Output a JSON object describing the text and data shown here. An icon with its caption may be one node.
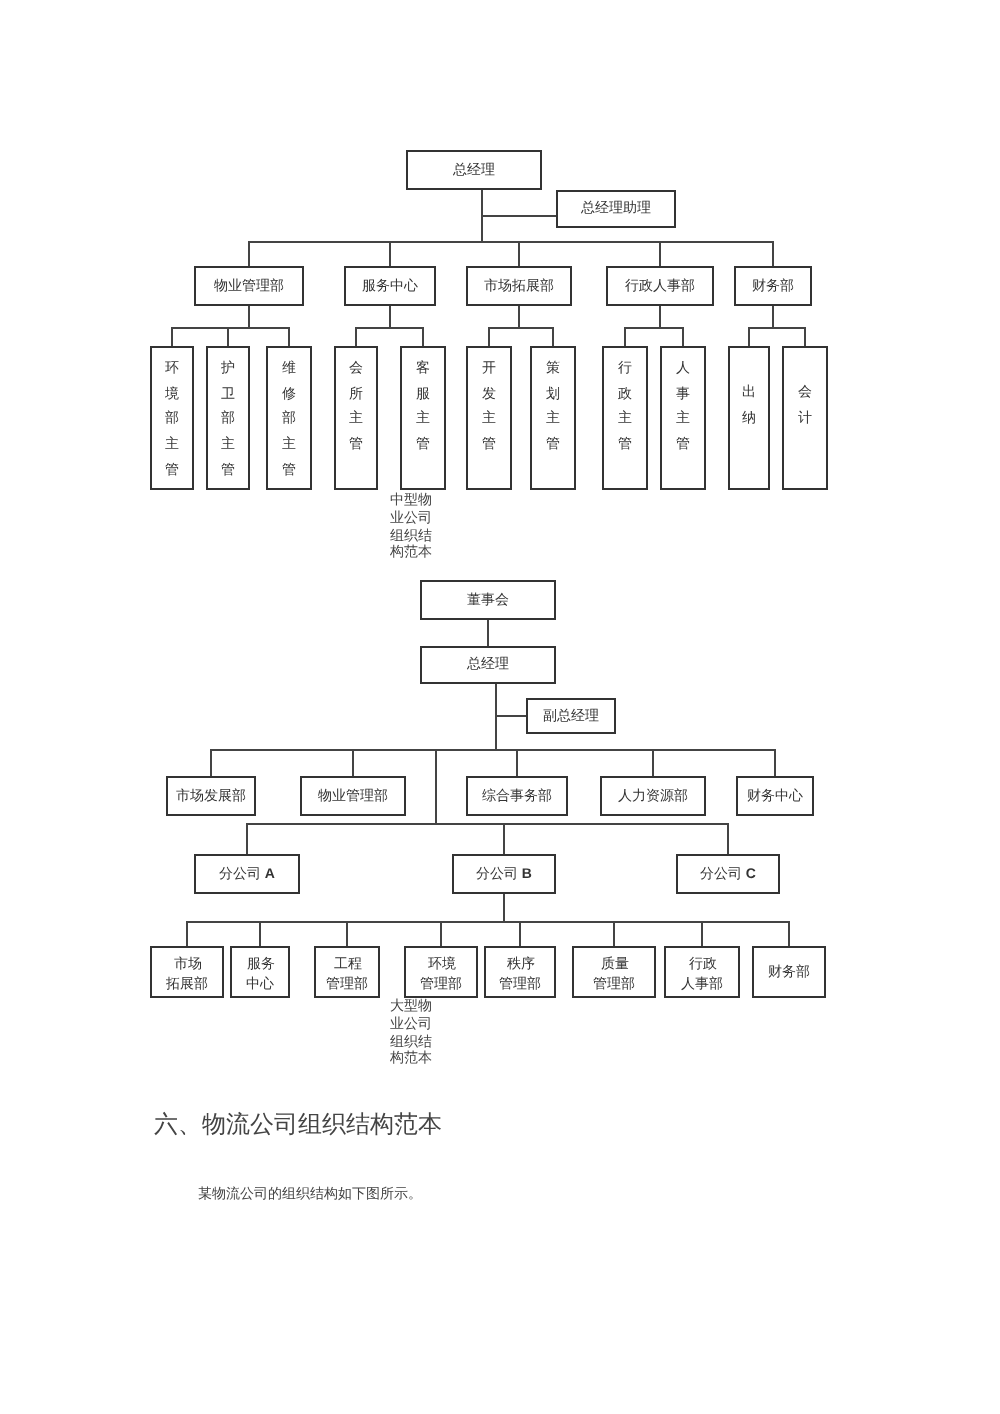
{
  "diagram": {
    "nodes": [
      {
        "text": [
          "总经理"
        ]
      },
      {
        "text": [
          "总经理助理"
        ]
      },
      {
        "text": [
          "物业管理部"
        ]
      },
      {
        "text": [
          "服务中心"
        ]
      },
      {
        "text": [
          "市场拓展部"
        ]
      },
      {
        "text": [
          "行政人事部"
        ]
      },
      {
        "text": [
          "财务部"
        ]
      },
      {
        "text": [
          "环境部主管"
        ]
      },
      {
        "text": [
          "护卫部主管"
        ]
      },
      {
        "text": [
          "维修部主管"
        ]
      },
      {
        "text": [
          "会所主管"
        ]
      },
      {
        "text": [
          "客服主管"
        ]
      },
      {
        "text": [
          "开发主管"
        ]
      },
      {
        "text": [
          "策划主管"
        ]
      },
      {
        "text": [
          "行政主管"
        ]
      },
      {
        "text": [
          "人事主管"
        ]
      },
      {
        "text": [
          "出纳"
        ]
      },
      {
        "text": [
          "会计"
        ]
      },
      {
        "text": [
          "董事会"
        ]
      },
      {
        "text": [
          "总经理"
        ]
      },
      {
        "text": [
          "副总经理"
        ]
      },
      {
        "text": [
          "市场发展部"
        ]
      },
      {
        "text": [
          "物业管理部"
        ]
      },
      {
        "text": [
          "综合事务部"
        ]
      },
      {
        "text": [
          "人力资源部"
        ]
      },
      {
        "text": [
          "财务中心"
        ]
      },
      {
        "text": [
          "分公司 **A**"
        ]
      },
      {
        "text": [
          "分公司 **B**"
        ]
      },
      {
        "text": [
          "分公司 **C**"
        ]
      },
      {
        "text": [
          "市场拓展部"
        ]
      },
      {
        "text": [
          "服务中心"
        ]
      },
      {
        "text": [
          "工程管理部"
        ]
      },
      {
        "text": [
          "环境管理部"
        ]
      },
      {
        "text": [
          "秩序管理部"
        ]
      },
      {
        "text": [
          "质量管理部"
        ]
      },
      {
        "text": [
          "行政人事部"
        ]
      },
      {
        "text": [
          "财务部"
        ]
      }
    ],
    "edges": [
      {
        "from": 0,
        "to": 1,
        "arrow": "none"
      },
      {
        "from": 0,
        "to": 2,
        "arrow": "none"
      },
      {
        "from": 0,
        "to": 3,
        "arrow": "none"
      },
      {
        "from": 0,
        "to": 4,
        "arrow": "none"
      },
      {
        "from": 0,
        "to": 5,
        "arrow": "none"
      },
      {
        "from": 0,
        "to": 6,
        "arrow": "none"
      },
      {
        "from": 2,
        "to": 7,
        "arrow": "none"
      },
      {
        "from": 2,
        "to": 8,
        "arrow": "none"
      },
      {
        "from": 2,
        "to": 9,
        "arrow": "none"
      },
      {
        "from": 3,
        "to": 10,
        "arrow": "none"
      },
      {
        "from": 3,
        "to": 11,
        "arrow": "none"
      },
      {
        "from": 4,
        "to": 12,
        "arrow": "none"
      },
      {
        "from": 4,
        "to": 13,
        "arrow": "none"
      },
      {
        "from": 5,
        "to": 14,
        "arrow": "none"
      },
      {
        "from": 5,
        "to": 15,
        "arrow": "none"
      },
      {
        "from": 6,
        "to": 16,
        "arrow": "none"
      },
      {
        "from": 6,
        "to": 17,
        "arrow": "none"
      },
      {
        "from": 18,
        "to": 19,
        "arrow": "none"
      },
      {
        "from": 19,
        "to": 20,
        "arrow": "none"
      },
      {
        "from": 19,
        "to": 21,
        "arrow": "none"
      },
      {
        "from": 19,
        "to": 22,
        "arrow": "none"
      },
      {
        "from": 19,
        "to": 23,
        "arrow": "none"
      },
      {
        "from": 19,
        "to": 24,
        "arrow": "none"
      },
      {
        "from": 19,
        "to": 25,
        "arrow": "none"
      },
      {
        "from": 19,
        "to": 26,
        "arrow": "none"
      },
      {
        "from": 19,
        "to": 27,
        "arrow": "none"
      },
      {
        "from": 19,
        "to": 28,
        "arrow": "none"
      },
      {
        "from": 27,
        "to": 29,
        "arrow": "none"
      },
      {
        "from": 27,
        "to": 30,
        "arrow": "none"
      },
      {
        "from": 27,
        "to": 31,
        "arrow": "none"
      },
      {
        "from": 27,
        "to": 32,
        "arrow": "none"
      },
      {
        "from": 27,
        "to": 33,
        "arrow": "none"
      },
      {
        "from": 27,
        "to": 34,
        "arrow": "none"
      },
      {
        "from": 27,
        "to": 35,
        "arrow": "none"
      },
      {
        "from": 27,
        "to": 36,
        "arrow": "none"
      }
    ],
    "labels": [
      "中型物业公司组织结构范本",
      "大型物业公司组织结构范本",
      "六、物流公司组织结构范本",
      "某物流公司的组织结构如下图所示。"
    ]
  }
}
